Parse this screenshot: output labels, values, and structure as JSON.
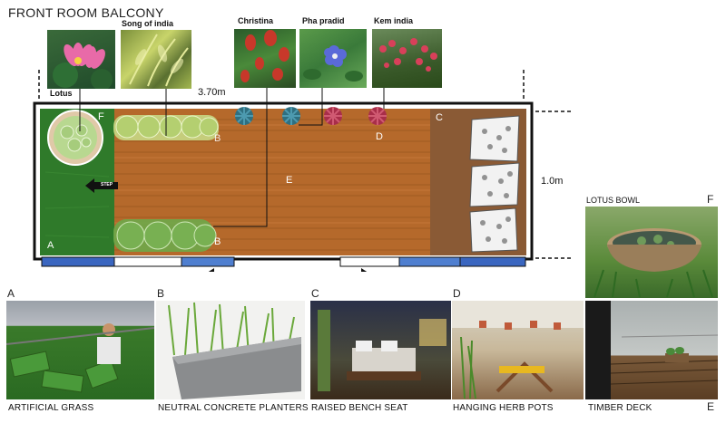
{
  "title": "FRONT ROOM BALCONY",
  "plants": {
    "lotus": "Lotus",
    "song_of_india": "Song of india",
    "christina": "Christina",
    "pha_pradid": "Pha pradid",
    "kem_india": "Kem india"
  },
  "dimensions": {
    "width": "3.70m",
    "depth": "1.0m"
  },
  "plan_zones": {
    "a": "A",
    "b_top": "B",
    "b_bottom": "B",
    "c": "C",
    "d": "D",
    "e": "E",
    "f": "F",
    "step": "STEP"
  },
  "lotus_bowl": {
    "title": "LOTUS BOWL",
    "letter": "F"
  },
  "gallery": [
    {
      "letter": "A",
      "caption": "ARTIFICIAL GRASS"
    },
    {
      "letter": "B",
      "caption": "NEUTRAL CONCRETE PLANTERS"
    },
    {
      "letter": "C",
      "caption": "RAISED BENCH SEAT"
    },
    {
      "letter": "D",
      "caption": "HANGING HERB POTS"
    },
    {
      "letter": "E",
      "caption": "TIMBER DECK"
    }
  ],
  "colors": {
    "grass": "#2f7a2a",
    "deck": "#b5692b",
    "bench": "#8a5a35",
    "frame": "#111111",
    "edge_blue": "#3a66c0"
  }
}
